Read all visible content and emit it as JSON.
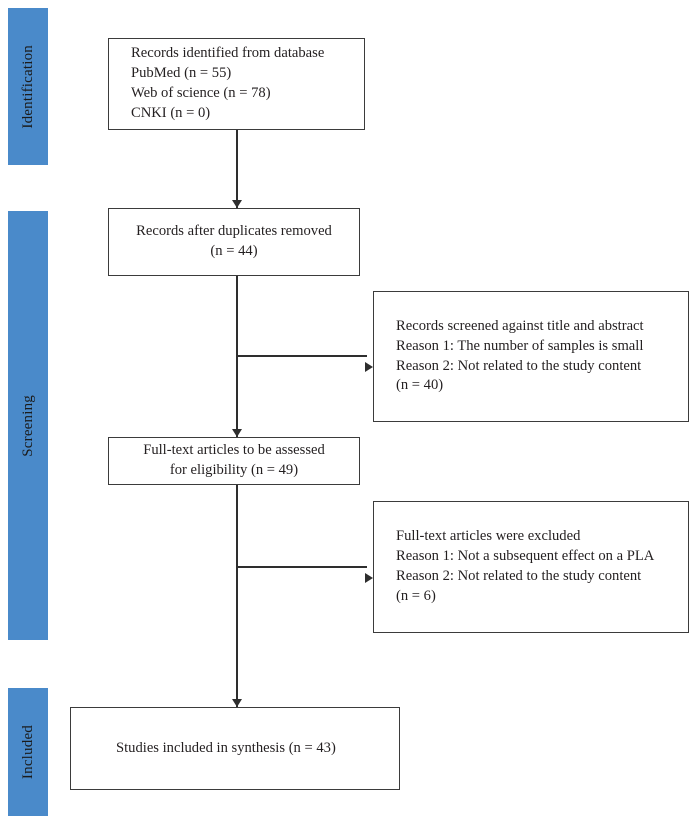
{
  "diagram": {
    "type": "prisma-flow-diagram",
    "title": "",
    "accent_color": "#4a8aca",
    "box_border_color": "#3b3b3b",
    "connector_color": "#2e2e2e",
    "background_color": "#ffffff"
  },
  "stages": [
    {
      "id": "identification",
      "label": "Identification"
    },
    {
      "id": "screening",
      "label": "Screening"
    },
    {
      "id": "included",
      "label": "Included"
    }
  ],
  "boxes": {
    "identified": {
      "name": "records-identified-box",
      "align": "left",
      "lines": [
        "Records identified from database",
        "PubMed (n = 55)",
        "Web of science (n = 78)",
        "CNKI (n = 0)"
      ]
    },
    "duplicates": {
      "name": "records-after-duplicates-box",
      "align": "center",
      "lines": [
        "Records after duplicates removed",
        "(n = 44)"
      ]
    },
    "screened": {
      "name": "records-screened-excluded-box",
      "align": "left",
      "lines": [
        "Records screened against title and abstract",
        "Reason 1: The number of samples is small",
        "Reason 2: Not related to the study content",
        "(n = 40)"
      ]
    },
    "fulltext": {
      "name": "full-text-assessed-box",
      "align": "center",
      "lines": [
        "Full-text articles to be assessed",
        "for eligibility (n = 49)"
      ]
    },
    "excluded": {
      "name": "full-text-excluded-box",
      "align": "left",
      "lines": [
        "Full-text articles were excluded",
        "Reason 1: Not a subsequent effect on a PLA",
        "Reason 2: Not related to the study content",
        "(n = 6)"
      ]
    },
    "included": {
      "name": "studies-included-box",
      "align": "left",
      "lines": [
        "Studies included in synthesis (n = 43)"
      ]
    }
  },
  "counts": {
    "pubmed": 55,
    "web_of_science": 78,
    "cnki": 0,
    "after_duplicates": 44,
    "screened_excluded": 40,
    "full_text_assessed": 49,
    "full_text_excluded": 6,
    "included_in_synthesis": 43
  }
}
